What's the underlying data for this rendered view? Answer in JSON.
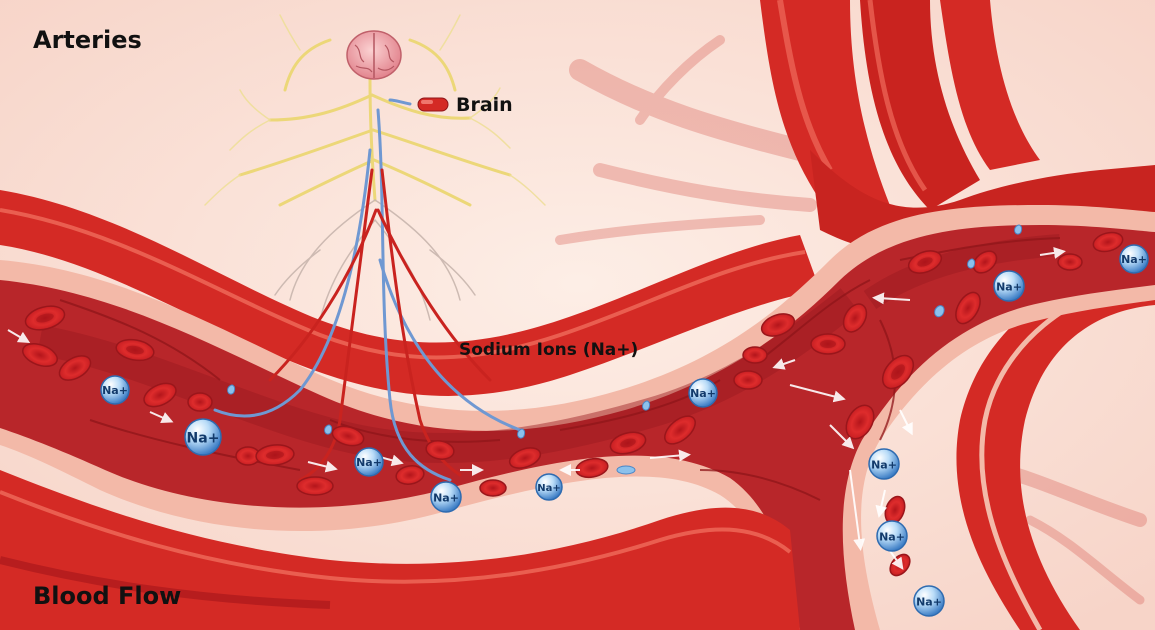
{
  "labels": {
    "arteries": "Arteries",
    "blood_flow": "Blood Flow",
    "brain": "Brain",
    "sodium_ions": "Sodium Ions (Na+)"
  },
  "ion_label": "Na+",
  "colors": {
    "background": "#fbe4dc",
    "artery_red": "#d42a25",
    "artery_dark": "#a4161a",
    "vessel_lumen": "#b8262a",
    "vessel_wall": "#f3b9a8",
    "blood_cell": "#d8242a",
    "nerve_yellow": "#ecd778",
    "nerve_blue": "#6f98d2",
    "sodium_ion": "#7cb3e8",
    "brain_pink": "#f2a0a6"
  }
}
